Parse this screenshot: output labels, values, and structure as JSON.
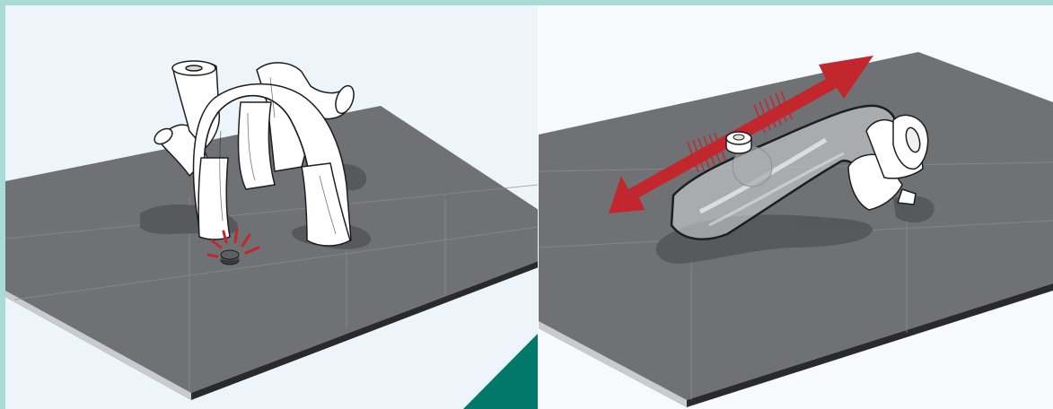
{
  "figure": {
    "panels": [
      {
        "id": "left",
        "description_icon": "vascular-model-with-magnet"
      },
      {
        "id": "right",
        "description_icon": "transparent-tube-with-bidirectional-motion"
      }
    ],
    "colors": {
      "frame_border": "#a9dcd6",
      "background": "#eef5fa",
      "board_top": "#707175",
      "board_edge": "#2a2a2c",
      "accent_red": "#c2272d",
      "accent_teal": "#00786a",
      "model_white": "#ffffff",
      "outline": "#1e1e1e"
    }
  }
}
